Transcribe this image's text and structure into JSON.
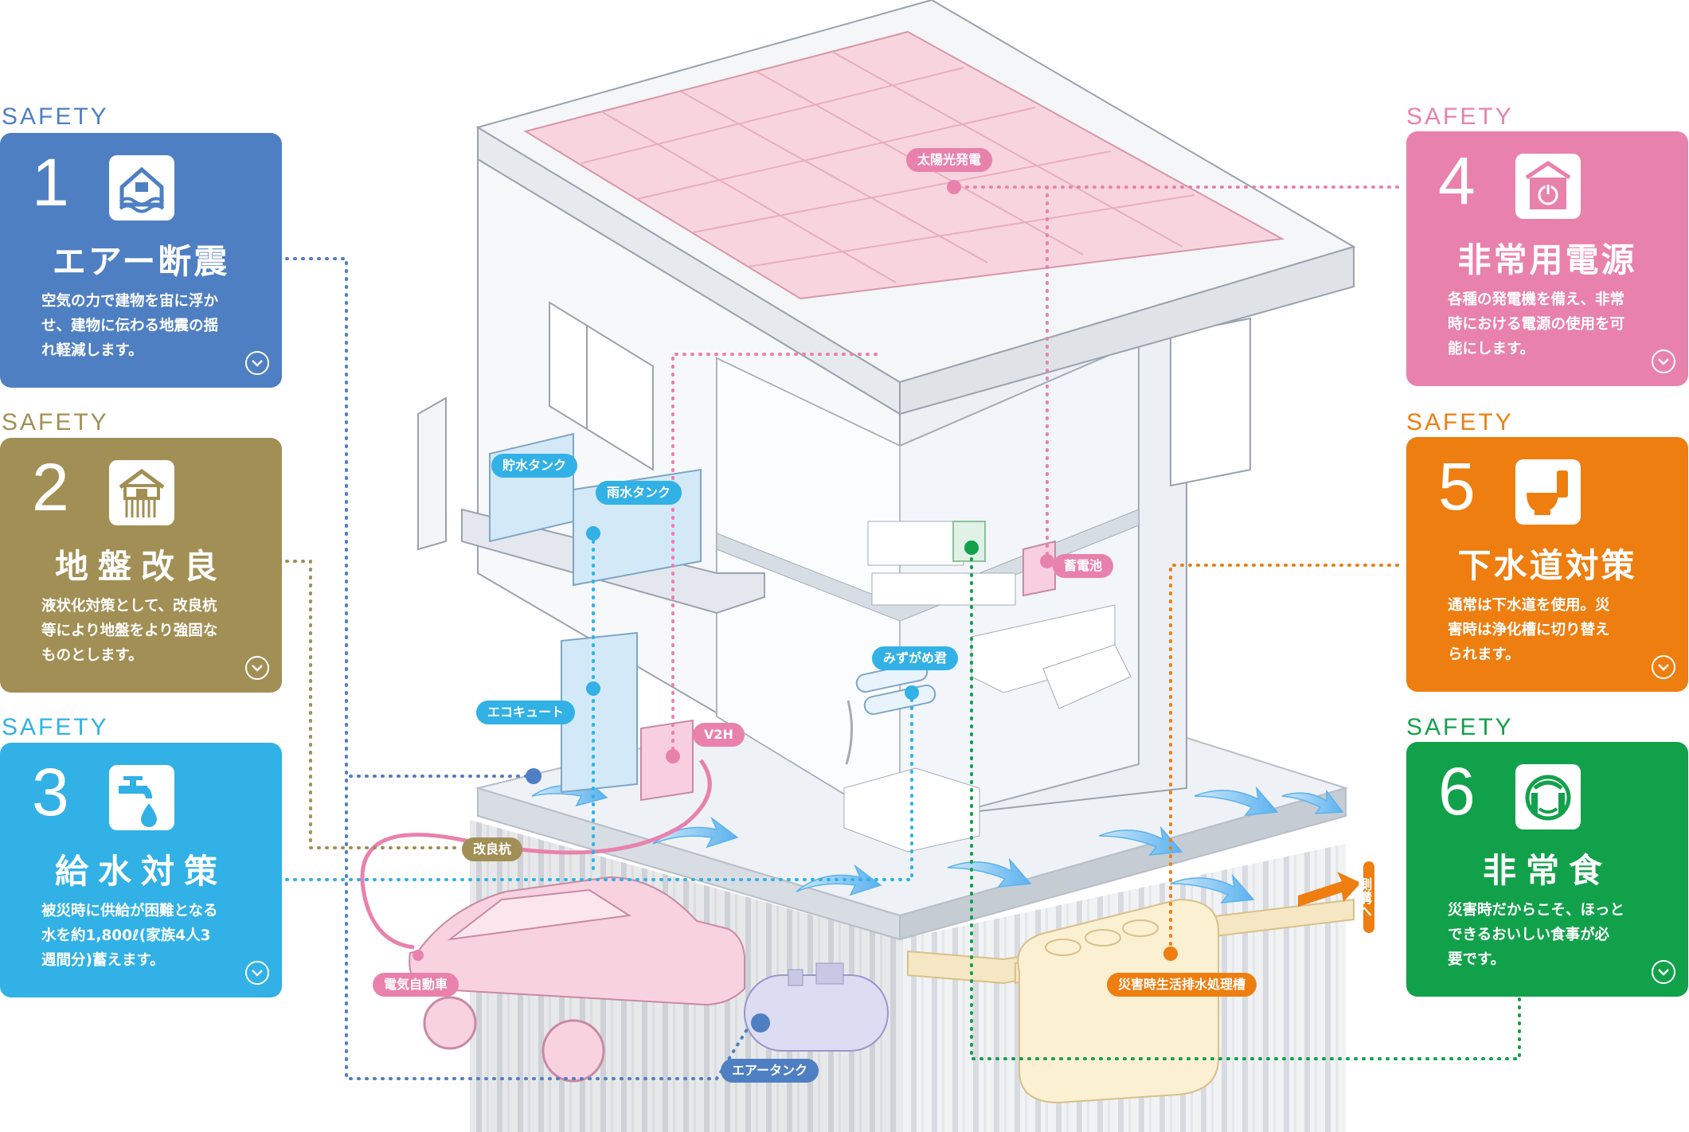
{
  "cards": [
    {
      "safety": "SAFETY",
      "num": "1",
      "title": "エアー断震",
      "desc": [
        "空気の力で建物を宙に浮か",
        "せ、建物に伝わる地震の揺",
        "れ軽減します。"
      ],
      "color": "#4f7fc3",
      "icon": "house-wave-icon"
    },
    {
      "safety": "SAFETY",
      "num": "2",
      "title": "地盤改良",
      "desc": [
        "液状化対策として、改良杭",
        "等により地盤をより強固な",
        "ものとします。"
      ],
      "color": "#a28f55",
      "icon": "house-piles-icon"
    },
    {
      "safety": "SAFETY",
      "num": "3",
      "title": "給水対策",
      "desc": [
        "被災時に供給が困難となる",
        "水を約1,800ℓ(家族4人3",
        "週間分)蓄えます。"
      ],
      "color": "#31b1e6",
      "icon": "faucet-icon"
    },
    {
      "safety": "SAFETY",
      "num": "4",
      "title": "非常用電源",
      "desc": [
        "各種の発電機を備え、非常",
        "時における電源の使用を可",
        "能にします。"
      ],
      "color": "#e981ad",
      "icon": "power-icon"
    },
    {
      "safety": "SAFETY",
      "num": "5",
      "title": "下水道対策",
      "desc": [
        "通常は下水道を使用。災",
        "害時は浄化槽に切り替え",
        "られます。"
      ],
      "color": "#ee7e10",
      "icon": "toilet-icon"
    },
    {
      "safety": "SAFETY",
      "num": "6",
      "title": "非常食",
      "desc": [
        "災害時だからこそ、ほっと",
        "できるおいしい食事が必",
        "要です。"
      ],
      "color": "#12a14b",
      "icon": "eating-icon"
    }
  ],
  "labels": {
    "solar": "太陽光発電",
    "storage_tank": "貯水タンク",
    "rain_tank": "雨水タンク",
    "battery": "蓄電池",
    "mizugame": "みずがめ君",
    "ecocute": "エコキュート",
    "v2h": "V2H",
    "pile": "改良杭",
    "ev": "電気自動車",
    "air_tank": "エアータンク",
    "septic": "災害時生活排水処理槽",
    "gutter": "側溝へ"
  },
  "colors": {
    "blue": "#4f7fc3",
    "brown": "#a28f55",
    "cyan": "#31b1e6",
    "pink": "#e981ad",
    "orange": "#ee7e10",
    "green": "#12a14b"
  }
}
